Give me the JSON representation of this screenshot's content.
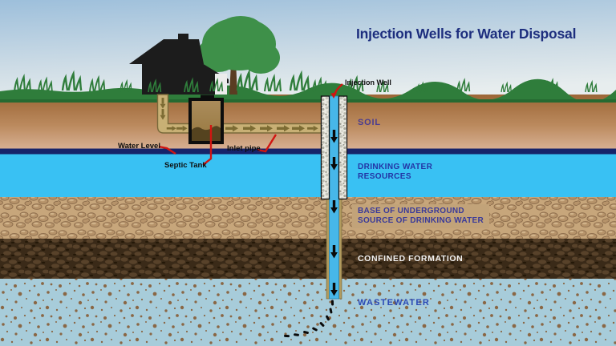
{
  "title": "Injection Wells for Water Disposal",
  "labels": {
    "injection_well": "Injection Well",
    "soil": "SOIL",
    "drinking_water": "DRINKING WATER\nRESOURCES",
    "base_usdw": "BASE OF UNDERGROUND\nSOURCE OF DRINKING WATER",
    "confined_formation": "CONFINED FORMATION",
    "wastewater": "WASTEWATER",
    "water_level": "Water Level",
    "septic_tank": "Septic Tank",
    "inlet_pipe": "Inlet pipe"
  },
  "strata": [
    {
      "name": "sky",
      "color": "#9dbfdb"
    },
    {
      "name": "grass-surface",
      "color": "#2f7d3b"
    },
    {
      "name": "soil",
      "label": "SOIL",
      "color": "#b5835a"
    },
    {
      "name": "water-level-line",
      "label": "Water Level",
      "color": "#16236a"
    },
    {
      "name": "drinking-water-resources",
      "label": "DRINKING WATER RESOURCES",
      "color": "#39c1f3"
    },
    {
      "name": "base-of-underground-source-of-drinking-water",
      "label": "BASE OF UNDERGROUND SOURCE OF DRINKING WATER",
      "color": "#c7a67b"
    },
    {
      "name": "confined-formation",
      "label": "CONFINED FORMATION",
      "color": "#3a2a18"
    },
    {
      "name": "wastewater",
      "label": "WASTEWATER",
      "color": "#a7ccda"
    }
  ],
  "colors": {
    "title_text": "#1d2e7e",
    "sky_top": "#9dbfdb",
    "sky_bottom": "#e7edee",
    "grass": "#2f7d3b",
    "soil_top": "#9c6636",
    "soil_bottom": "#d9b296",
    "water_level_line": "#16236a",
    "drinking_water": "#39c1f3",
    "base_layer": "#c7a67b",
    "confined_formation": "#3a2a18",
    "wastewater_bg": "#a7ccda",
    "well_pipe_blue": "#47b7e9",
    "septic_pipe_khaki": "#c8b075",
    "pointer_red": "#d11511",
    "house_silhouette": "#1c1c1c",
    "tree_green": "#3e9049",
    "label_purple": "#4b3c90",
    "label_blue": "#2334a5",
    "confined_label_white": "#f2f2f2"
  }
}
